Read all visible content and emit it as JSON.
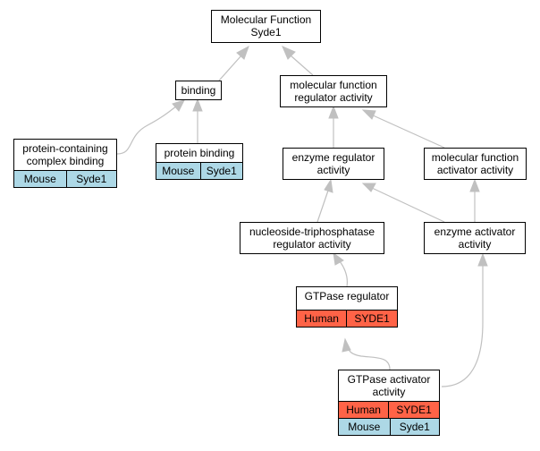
{
  "colors": {
    "mouse_row": "#add8e6",
    "human_row": "#ff6347",
    "edge": "#c0c0c0"
  },
  "nodes": {
    "root": {
      "title": [
        "Molecular Function",
        "Syde1"
      ]
    },
    "binding": {
      "title": [
        "binding"
      ]
    },
    "mfreg": {
      "title": [
        "molecular function",
        "regulator activity"
      ]
    },
    "pcb": {
      "title": [
        "protein-containing",
        "complex binding"
      ],
      "rows": [
        {
          "species": "Mouse",
          "gene": "Syde1"
        }
      ]
    },
    "pb": {
      "title": [
        "protein binding"
      ],
      "rows": [
        {
          "species": "Mouse",
          "gene": "Syde1"
        }
      ]
    },
    "enzreg": {
      "title": [
        "enzyme regulator",
        "activity"
      ]
    },
    "mfact": {
      "title": [
        "molecular function",
        "activator activity"
      ]
    },
    "ntpreg": {
      "title": [
        "nucleoside-triphosphatase",
        "regulator activity"
      ]
    },
    "enzact": {
      "title": [
        "enzyme activator",
        "activity"
      ]
    },
    "gtpreg": {
      "title": [
        "GTPase regulator"
      ],
      "rows": [
        {
          "species": "Human",
          "gene": "SYDE1"
        }
      ]
    },
    "gtpact": {
      "title": [
        "GTPase activator",
        "activity"
      ],
      "rows": [
        {
          "species": "Human",
          "gene": "SYDE1"
        },
        {
          "species": "Mouse",
          "gene": "Syde1"
        }
      ]
    }
  }
}
